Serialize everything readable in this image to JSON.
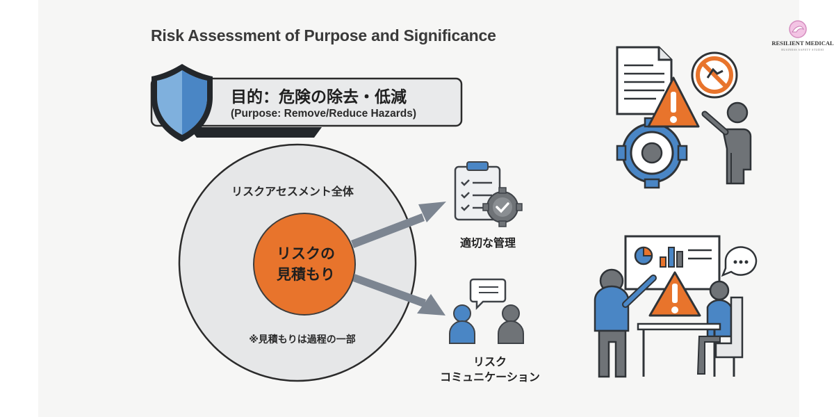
{
  "title": "Risk Assessment of Purpose and Significance",
  "purpose": {
    "main": "目的：危険の除去・低減",
    "sub": "(Purpose: Remove/Reduce Hazards)"
  },
  "assessment": {
    "outer_label": "リスクアセスメント全体",
    "core_line1": "リスクの",
    "core_line2": "見積もり",
    "note": "※見積もりは過程の一部"
  },
  "outcomes": {
    "management": "適切な管理",
    "communication_line1": "リスク",
    "communication_line2": "コミュニケーション"
  },
  "logo": {
    "name": "RESILIENT MEDICAL",
    "tagline": "BUSINESS SAFETY STUDIO"
  },
  "colors": {
    "accent_orange": "#e8742c",
    "shield_blue": "#4a86c5",
    "icon_gray": "#6f7377",
    "light_gray": "#e7e8e9",
    "arrow_gray": "#7c8591"
  },
  "icons": [
    "shield-icon",
    "checklist-gear-icon",
    "chat-people-icon",
    "document-warning-icon",
    "presentation-warning-icon",
    "logo-icon"
  ]
}
